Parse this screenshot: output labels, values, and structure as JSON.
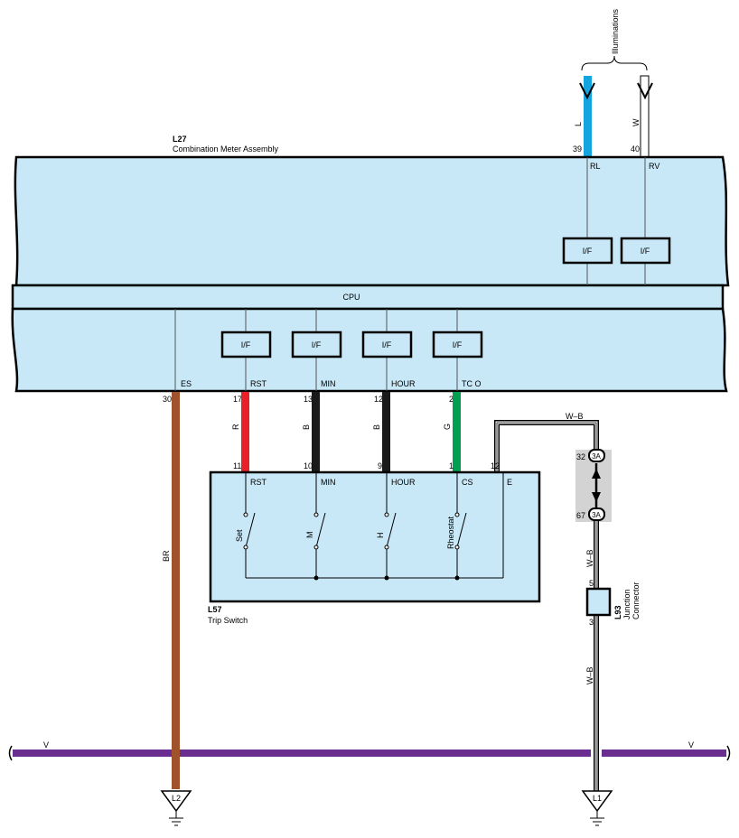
{
  "illuminations_label": "Illuminations",
  "meter": {
    "code": "L27",
    "name": "Combination Meter Assembly",
    "cpu_label": "CPU",
    "if_label": "I/F"
  },
  "top_wires": [
    {
      "color_label": "L",
      "pin": "39",
      "terminal": "RL",
      "color": "#14a5e0"
    },
    {
      "color_label": "W",
      "pin": "40",
      "terminal": "RV",
      "color": "#ffffff"
    }
  ],
  "meter_terminals": [
    {
      "pin": "30",
      "terminal": "ES"
    },
    {
      "pin": "17",
      "terminal": "RST"
    },
    {
      "pin": "13",
      "terminal": "MIN"
    },
    {
      "pin": "12",
      "terminal": "HOUR"
    },
    {
      "pin": "2",
      "terminal": "TC O"
    }
  ],
  "trip_wires": [
    {
      "color_label": "R",
      "color": "#e8202a"
    },
    {
      "color_label": "B",
      "color": "#1a1a1a"
    },
    {
      "color_label": "B",
      "color": "#1a1a1a"
    },
    {
      "color_label": "G",
      "color": "#00a050"
    }
  ],
  "trip_switch": {
    "code": "L57",
    "name": "Trip Switch",
    "pins": [
      "11",
      "10",
      "9",
      "1",
      "12"
    ],
    "terminals": [
      "RST",
      "MIN",
      "HOUR",
      "CS",
      "E"
    ],
    "switches": [
      "Set",
      "M",
      "H",
      "Rheostat"
    ]
  },
  "ground_wire": {
    "label": "BR",
    "color": "#a0522d"
  },
  "wb_wire": {
    "label": "W–B"
  },
  "junction_3a": {
    "label": "3A",
    "pin_top": "32",
    "pin_bottom": "67"
  },
  "junction_connector": {
    "code": "L93",
    "name1": "Junction",
    "name2": "Connector",
    "pin_top": "5",
    "pin_bottom": "3"
  },
  "bus": {
    "label": "V",
    "color": "#6a2d90"
  },
  "grounds": [
    "L2",
    "L1"
  ]
}
